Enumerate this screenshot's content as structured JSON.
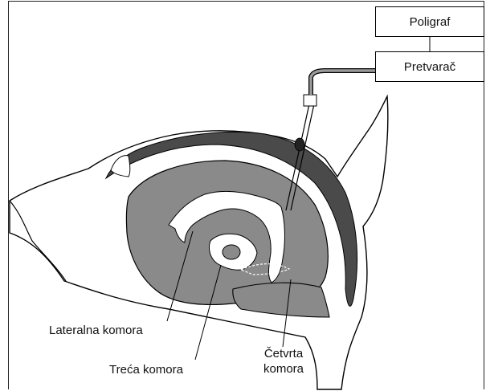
{
  "boxes": {
    "poligraf": "Poligraf",
    "pretvarac": "Pretvarač"
  },
  "labels": {
    "lateralna_komora": "Lateralna komora",
    "treca_komora": "Treća komora",
    "cetvrta_komora_line1": "Četvrta",
    "cetvrta_komora_line2": "komora"
  },
  "colors": {
    "brain_fill": "#8a8a8a",
    "dark_band": "#4a4a4a",
    "ventricle_fill": "#ffffff",
    "outline": "#000000",
    "tube": "#9a9a9a"
  }
}
